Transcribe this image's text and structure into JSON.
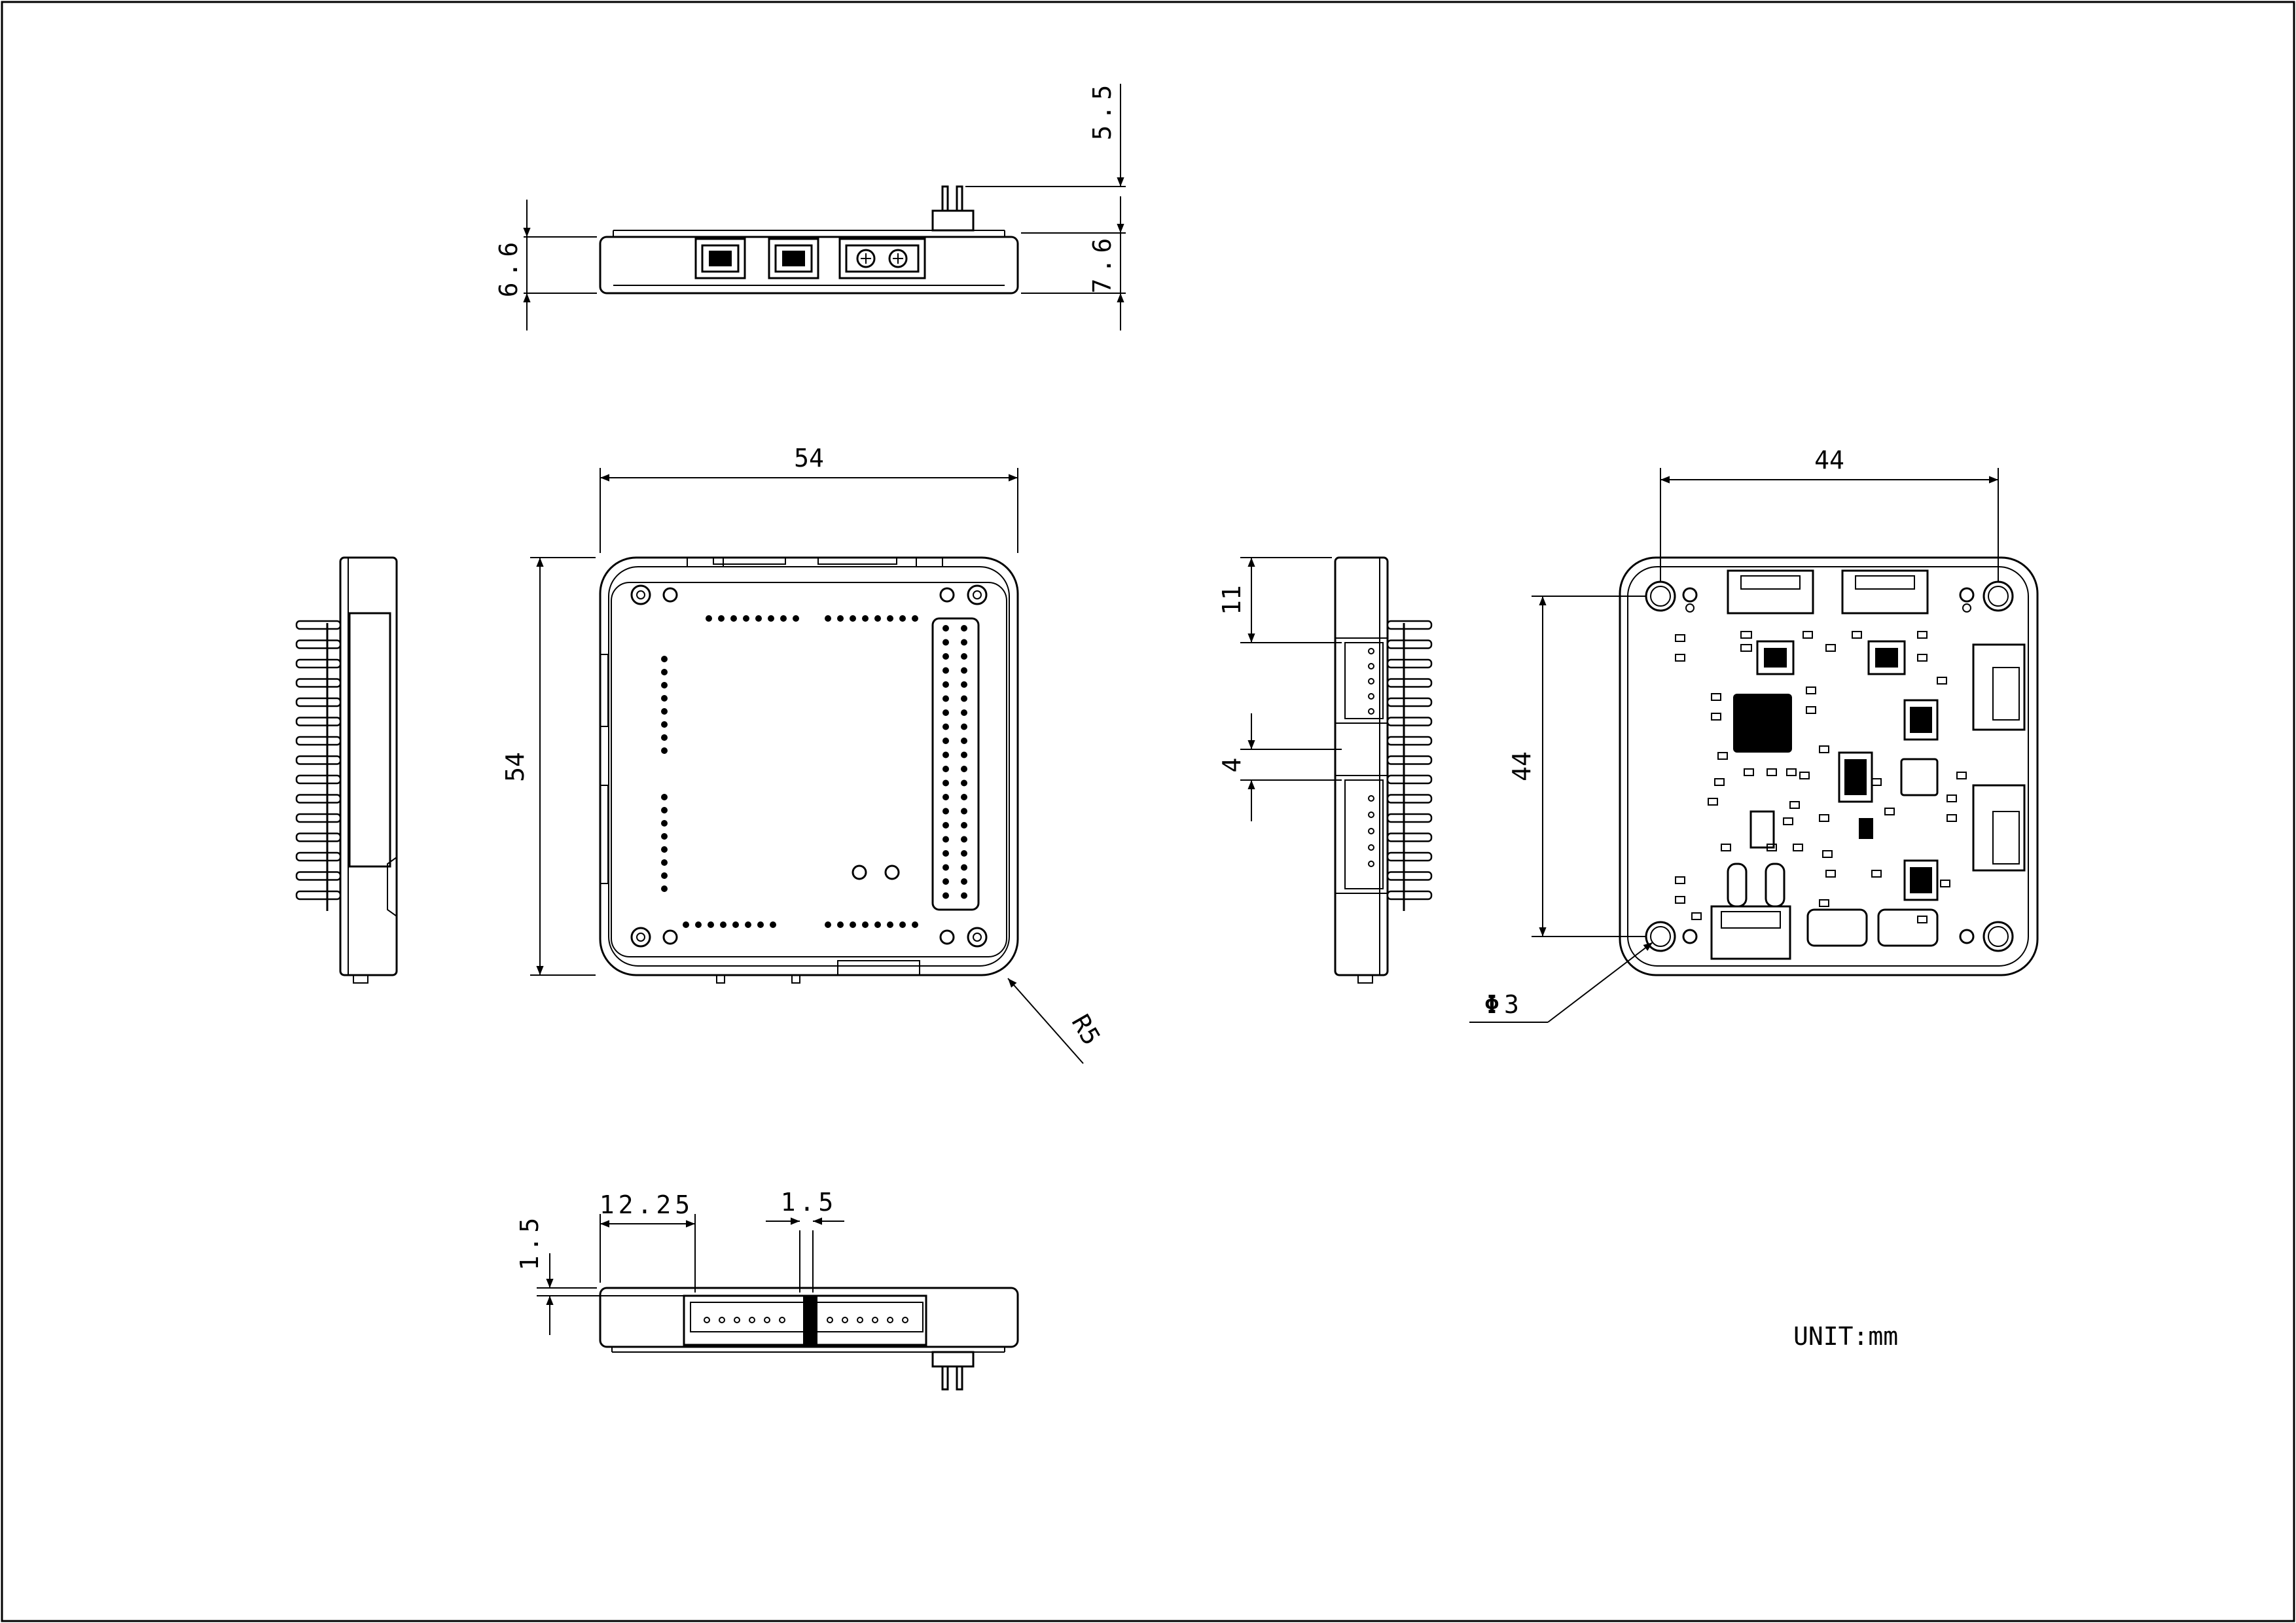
{
  "drawing": {
    "unit_label": "UNIT:mm",
    "top_view": {
      "height_left": "6.6",
      "height_right": "7.6",
      "pin_height": "5.5"
    },
    "front_view": {
      "width": "54",
      "height": "54",
      "corner_radius": "R5"
    },
    "side_view": {
      "connector_offset": "11",
      "connector_gap": "4"
    },
    "back_view": {
      "hole_spacing_x": "44",
      "hole_spacing_y": "44",
      "hole_diameter": "3",
      "diameter_symbol": "Φ"
    },
    "bottom_view": {
      "connector_offset": "12.25",
      "connector_gap": "1.5",
      "connector_depth": "1.5"
    }
  }
}
